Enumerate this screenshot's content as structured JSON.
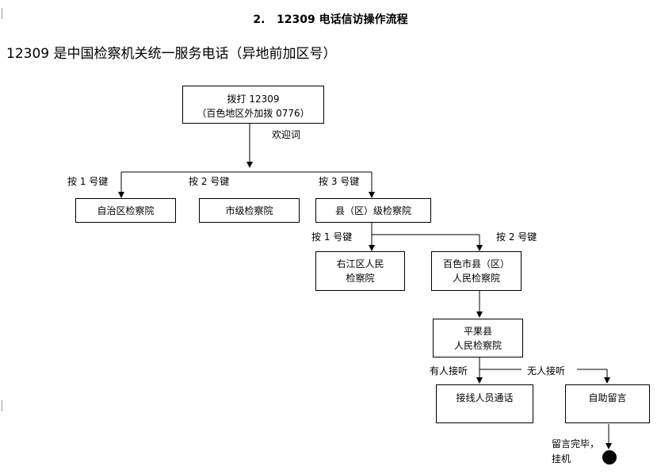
{
  "title": "2.   12309 电话信访操作流程",
  "intro": "12309 是中国检察机关统一服务电话（异地前加区号）",
  "nodes": {
    "dial": [
      "拨打 12309",
      "（百色地区外加拨 0776）"
    ],
    "autonomous": "自治区检察院",
    "city": "市级检察院",
    "county": "县（区）级检察院",
    "youjiang": [
      "右江区人民",
      "检察院"
    ],
    "baise_county": [
      "百色市县（区）",
      "人民检察院"
    ],
    "pingguo": [
      "平果县",
      "人民检察院"
    ],
    "operator": "接线人员通话",
    "voicemail": "自助留言"
  },
  "edge_labels": {
    "welcome": "欢迎词",
    "key1": "按 1 号键",
    "key2": "按 2 号键",
    "key3": "按 3 号键",
    "key1_sub": "按 1 号键",
    "key2_sub": "按 2 号键",
    "answered": "有人接听",
    "no_answer": "无人接听",
    "hangup": [
      "留言完毕，",
      "挂机"
    ]
  }
}
